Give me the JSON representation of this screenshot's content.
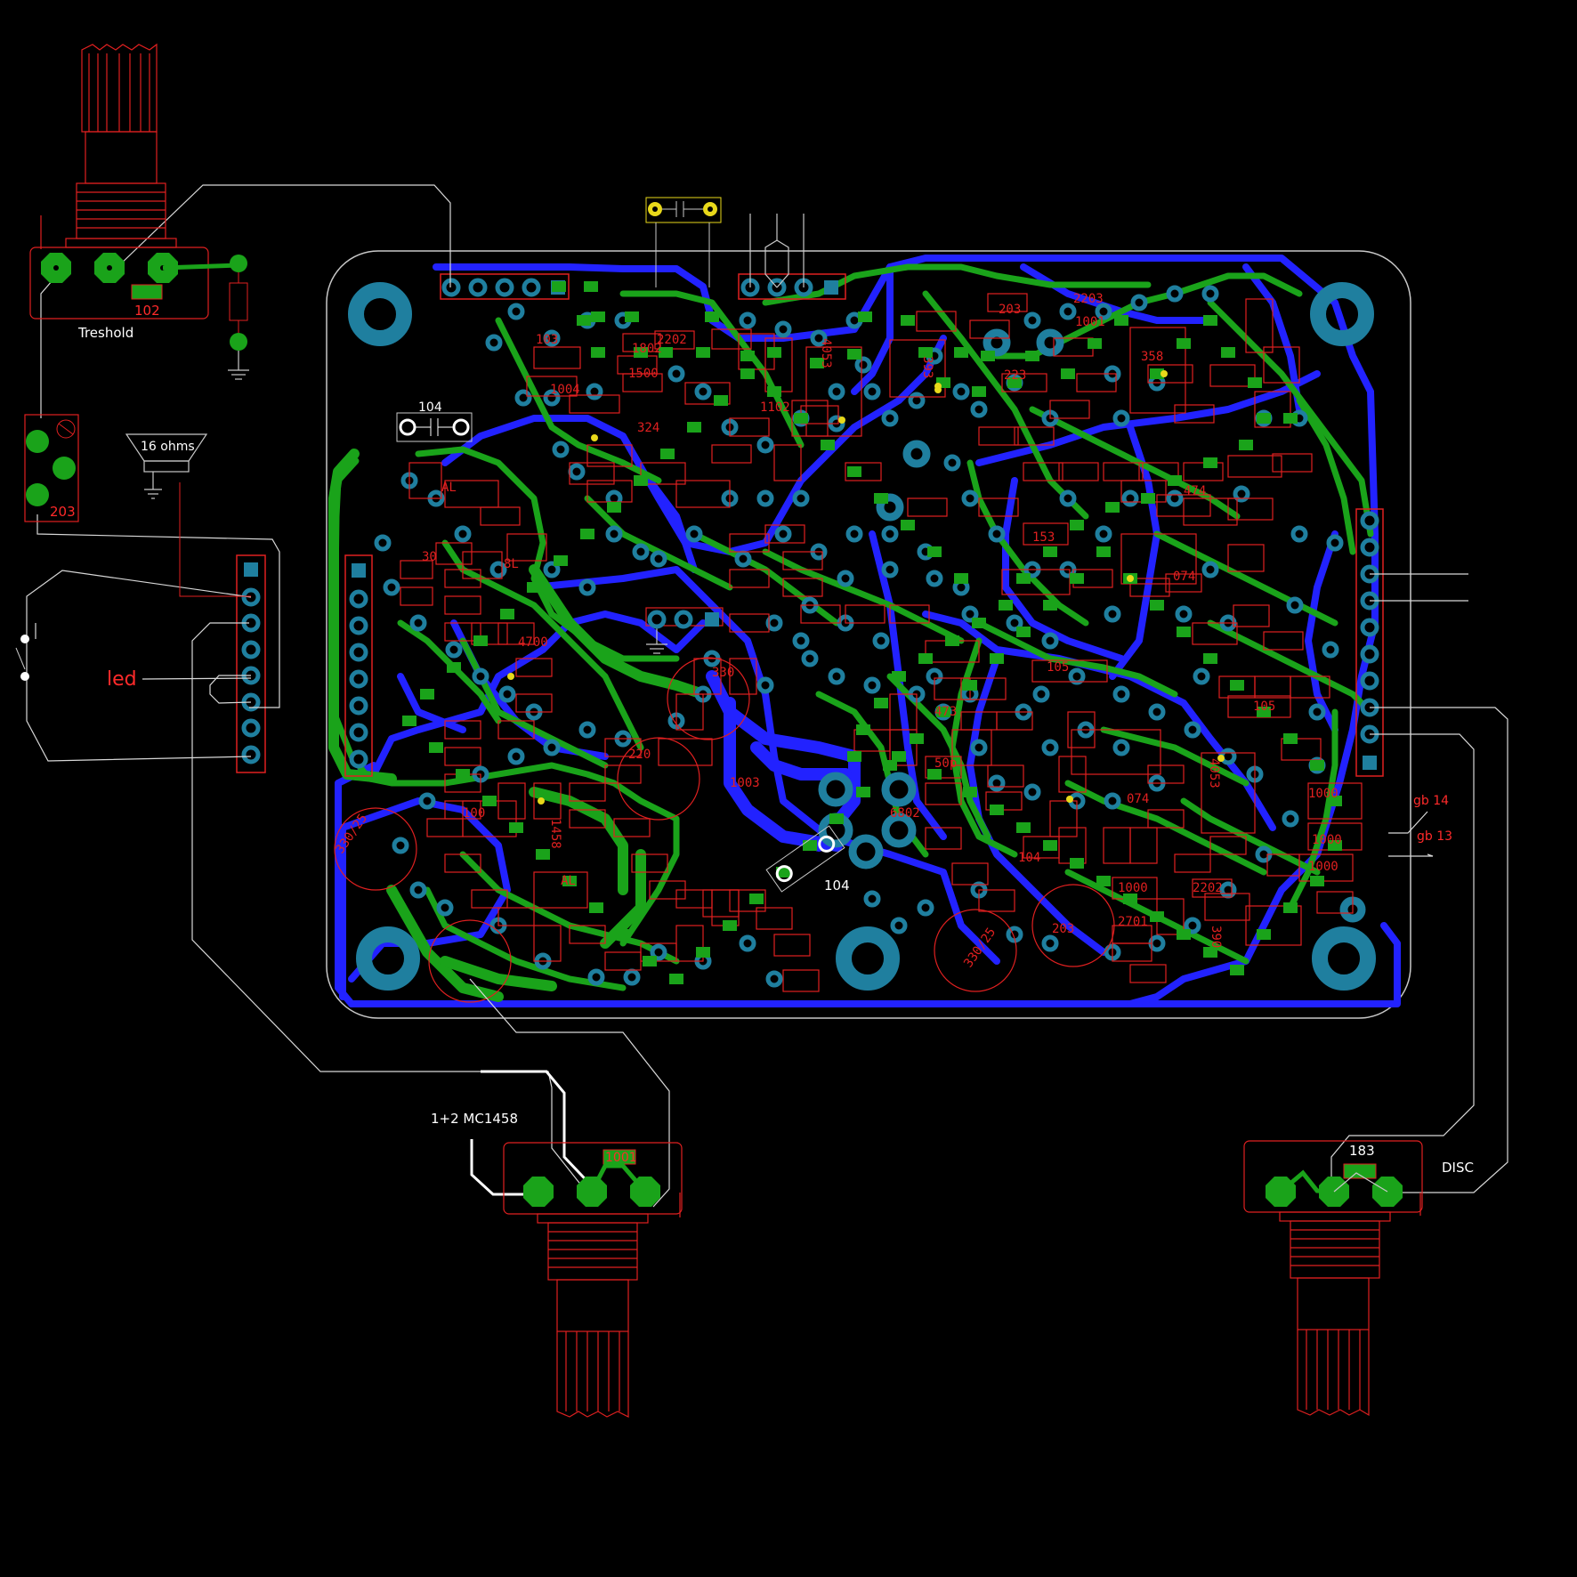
{
  "colors": {
    "background": "#000000",
    "outline": "#c8c8c8",
    "top_copper": "#1aa31a",
    "bottom_copper": "#2222ff",
    "silkscreen": "#e02020",
    "pad": "#1f7f9f",
    "highlight": "#e8d81a"
  },
  "labels": {
    "treshold": "Treshold",
    "pot_left_value": "102",
    "trimmer_value": "203",
    "speaker": "16 ohms",
    "led": "led",
    "cap_top_left": "104",
    "cap_mid": "104",
    "mc1458": "1+2 MC1458",
    "pot_bottom_value": "1001",
    "pot_right_value": "183",
    "disc": "DISC",
    "gb14": "gb 14",
    "gb13": "gb 13"
  },
  "component_labels": [
    {
      "id": "c1",
      "text": "103"
    },
    {
      "id": "c2",
      "text": "1004"
    },
    {
      "id": "c3",
      "text": "324"
    },
    {
      "id": "c4",
      "text": "1802"
    },
    {
      "id": "c5",
      "text": "2202"
    },
    {
      "id": "c6",
      "text": "1500"
    },
    {
      "id": "c7",
      "text": "1102"
    },
    {
      "id": "c8",
      "text": "4053"
    },
    {
      "id": "c9",
      "text": "393"
    },
    {
      "id": "c10",
      "text": "203"
    },
    {
      "id": "c11",
      "text": "2203"
    },
    {
      "id": "c12",
      "text": "1001"
    },
    {
      "id": "c13",
      "text": "358"
    },
    {
      "id": "c14",
      "text": "223"
    },
    {
      "id": "c15",
      "text": "474"
    },
    {
      "id": "c16",
      "text": "153"
    },
    {
      "id": "c17",
      "text": "074"
    },
    {
      "id": "c18",
      "text": "473"
    },
    {
      "id": "c19",
      "text": "4700"
    },
    {
      "id": "c20",
      "text": "330"
    },
    {
      "id": "c21",
      "text": "220"
    },
    {
      "id": "c22",
      "text": "330/25"
    },
    {
      "id": "c23",
      "text": "100"
    },
    {
      "id": "c24",
      "text": "AL"
    },
    {
      "id": "c25",
      "text": "1458"
    },
    {
      "id": "c26",
      "text": "6802"
    },
    {
      "id": "c27",
      "text": "50p"
    },
    {
      "id": "c28",
      "text": "105"
    },
    {
      "id": "c29",
      "text": "074"
    },
    {
      "id": "c30",
      "text": "4053"
    },
    {
      "id": "c31",
      "text": "1000"
    },
    {
      "id": "c32",
      "text": "1000"
    },
    {
      "id": "c33",
      "text": "1000"
    },
    {
      "id": "c34",
      "text": "330/25"
    },
    {
      "id": "c35",
      "text": "203"
    },
    {
      "id": "c36",
      "text": "390"
    },
    {
      "id": "c37",
      "text": "2701"
    },
    {
      "id": "c38",
      "text": "2202"
    },
    {
      "id": "c39",
      "text": "1003"
    },
    {
      "id": "c40",
      "text": "AL"
    },
    {
      "id": "c41",
      "text": "30"
    },
    {
      "id": "c42",
      "text": "8L"
    },
    {
      "id": "c43",
      "text": "105"
    },
    {
      "id": "c44",
      "text": "104"
    },
    {
      "id": "c45",
      "text": "1000"
    }
  ]
}
